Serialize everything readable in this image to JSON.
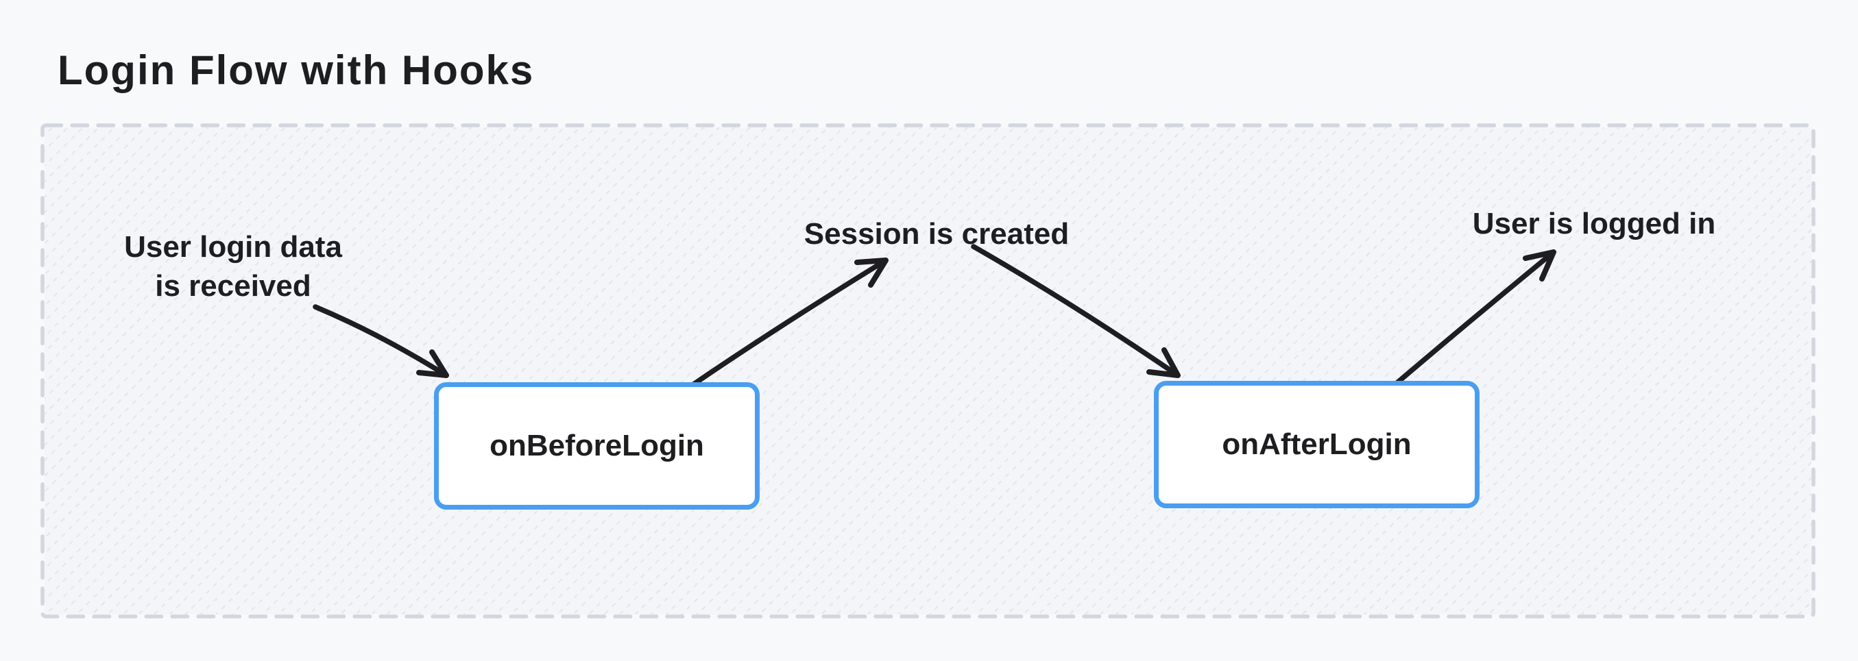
{
  "diagram": {
    "title": "Login Flow with Hooks",
    "nodes": [
      {
        "id": "before",
        "label": "onBeforeLogin"
      },
      {
        "id": "after",
        "label": "onAfterLogin"
      }
    ],
    "annotations": [
      {
        "id": "received",
        "text": "User login data\nis received"
      },
      {
        "id": "session",
        "text": "Session is created"
      },
      {
        "id": "loggedin",
        "text": "User is logged in"
      }
    ],
    "edges": [
      {
        "from": "User login data is received",
        "to": "onBeforeLogin"
      },
      {
        "from": "onBeforeLogin",
        "to": "Session is created"
      },
      {
        "from": "Session is created",
        "to": "onAfterLogin"
      },
      {
        "from": "onAfterLogin",
        "to": "User is logged in"
      }
    ],
    "colors": {
      "page_background": "#f8f9fb",
      "frame_background": "#f4f5f8",
      "frame_border": "#d2d6de",
      "hatch_line": "#e4e7ed",
      "node_border": "#4a9eef",
      "node_fill": "#ffffff",
      "ink": "#1e1e21"
    }
  }
}
